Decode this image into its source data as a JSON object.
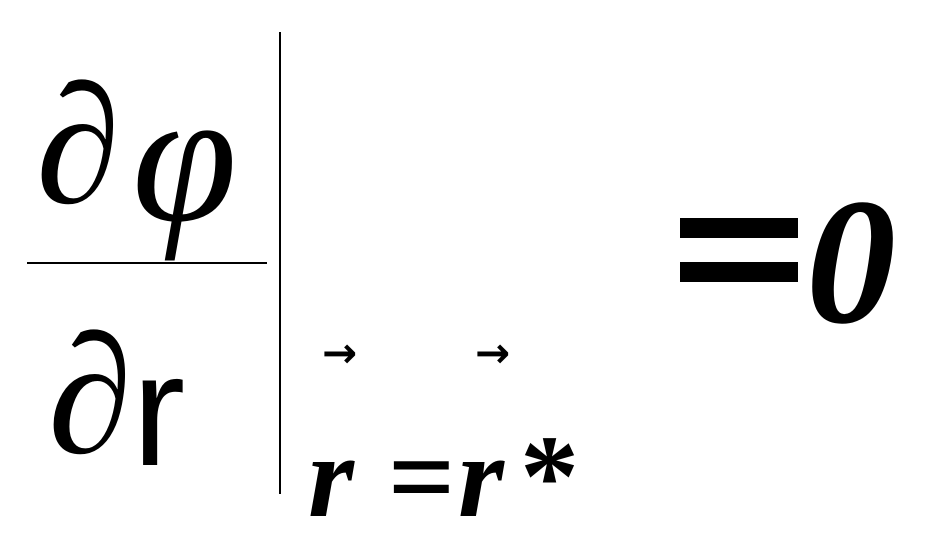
{
  "formula": {
    "partial_symbol": "∂",
    "numerator_var": "φ",
    "denominator_var": "r",
    "vector_arrow": "→",
    "sub_lhs_var": "r",
    "sub_relation": "=",
    "sub_rhs_var": "r",
    "sub_star": "*",
    "rhs_value": "0"
  }
}
